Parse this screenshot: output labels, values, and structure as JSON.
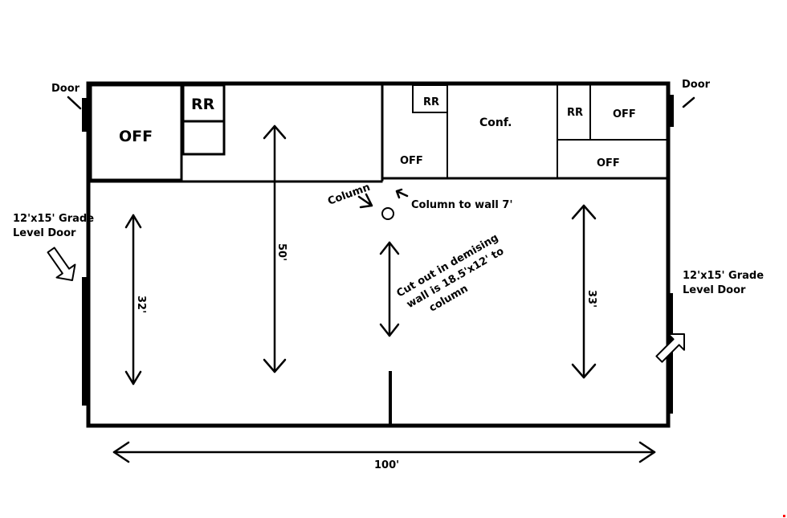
{
  "labels": {
    "door_left": "Door",
    "door_right": "Door",
    "grade_door_left_1": "12'x15' Grade",
    "grade_door_left_2": "Level Door",
    "grade_door_right_1": "12'x15' Grade",
    "grade_door_right_2": "Level Door",
    "off_main": "OFF",
    "rr_left": "RR",
    "rr_mid": "RR",
    "conf": "Conf.",
    "off_mid": "OFF",
    "rr_right": "RR",
    "off_right_top": "OFF",
    "off_right_bottom": "OFF",
    "column": "Column",
    "column_to_wall": "Column to wall 7'",
    "cutout_1": "Cut out in demising",
    "cutout_2": "wall is 18.5'x12' to",
    "cutout_3": "column",
    "dim_32": "32'",
    "dim_50": "50'",
    "dim_33": "33'",
    "dim_100": "100'"
  },
  "colors": {
    "line": "#000000",
    "background": "#ffffff",
    "marker": "#ff0000"
  }
}
